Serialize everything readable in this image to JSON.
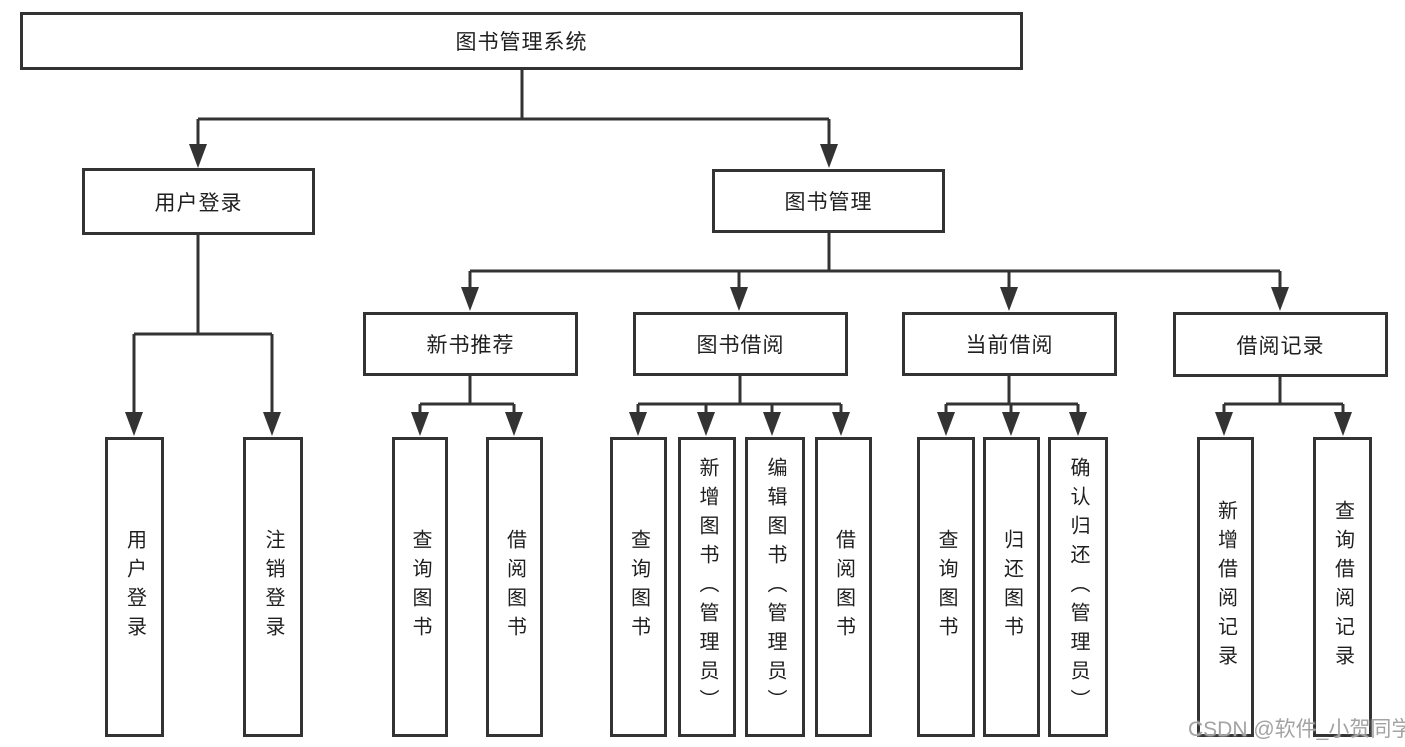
{
  "diagram": {
    "root": {
      "label": "图书管理系统"
    },
    "level2": {
      "user_login": {
        "label": "用户登录"
      },
      "book_management": {
        "label": "图书管理"
      }
    },
    "level3": {
      "new_book_recommend": {
        "label": "新书推荐"
      },
      "book_borrowing": {
        "label": "图书借阅"
      },
      "current_borrowing": {
        "label": "当前借阅"
      },
      "borrowing_records": {
        "label": "借阅记录"
      }
    },
    "leaves": {
      "user_login_login": {
        "label": "用户登录"
      },
      "user_login_logout": {
        "label": "注销登录"
      },
      "new_book_query": {
        "label": "查询图书"
      },
      "new_book_borrow": {
        "label": "借阅图书"
      },
      "borrowing_query": {
        "label": "查询图书"
      },
      "borrowing_add_admin": {
        "label": "新增图书（管理员）"
      },
      "borrowing_edit_admin": {
        "label": "编辑图书（管理员）"
      },
      "borrowing_borrow": {
        "label": "借阅图书"
      },
      "current_query": {
        "label": "查询图书"
      },
      "current_return": {
        "label": "归还图书"
      },
      "current_confirm_admin": {
        "label": "确认归还（管理员）"
      },
      "records_add": {
        "label": "新增借阅记录"
      },
      "records_query": {
        "label": "查询借阅记录"
      }
    },
    "colors": {
      "line": "#333333",
      "text": "#1f1f1f",
      "background": "#ffffff",
      "watermark": "#a3a3a3"
    }
  },
  "watermark": {
    "text": "CSDN @软件_小贺同学"
  }
}
